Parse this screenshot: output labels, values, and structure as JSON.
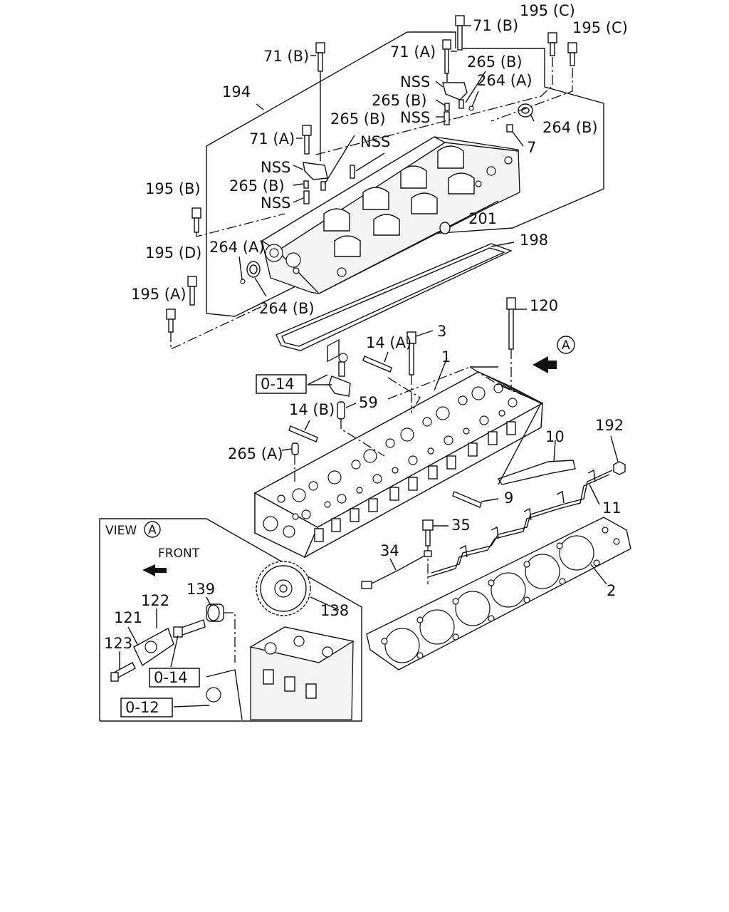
{
  "labels": {
    "p71b_top": "71 (B)",
    "p195c_a": "195 (C)",
    "p195c_b": "195 (C)",
    "p71b_left": "71 (B)",
    "p71a_top": "71 (A)",
    "p265b_top": "265 (B)",
    "p194": "194",
    "nss_1": "NSS",
    "p264a_top": "264 (A)",
    "p265b_mid": "265 (B)",
    "nss_2": "NSS",
    "p265b_left": "265 (B)",
    "p264b_right": "264 (B)",
    "p71a_mid": "71 (A)",
    "nss_3": "NSS",
    "p7": "7",
    "nss_4": "NSS",
    "p195b": "195 (B)",
    "p265b_low": "265 (B)",
    "nss_5": "NSS",
    "p201": "201",
    "p198": "198",
    "p195d": "195 (D)",
    "p264a_left": "264 (A)",
    "p195a": "195 (A)",
    "p264b_low": "264 (B)",
    "p120": "120",
    "p3": "3",
    "p14a": "14 (A)",
    "view_a_marker": "A",
    "p1": "1",
    "box_014_top": "0-14",
    "p59": "59",
    "p14b": "14 (B)",
    "p192": "192",
    "p10": "10",
    "p265a": "265 (A)",
    "p9": "9",
    "p11": "11",
    "p35": "35",
    "p34": "34",
    "p2": "2",
    "view_title": "VIEW",
    "view_circle": "A",
    "front": "FRONT",
    "p139": "139",
    "p122": "122",
    "p121": "121",
    "p138": "138",
    "p123": "123",
    "box_014_view": "0-14",
    "box_012": "0-12"
  }
}
